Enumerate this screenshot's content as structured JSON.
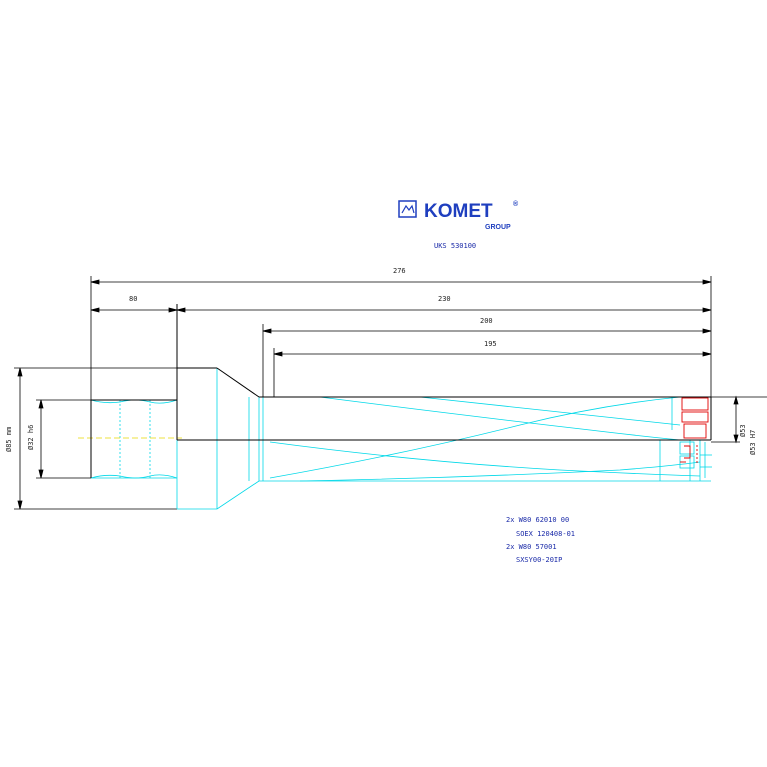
{
  "logo": {
    "brand": "KOMET",
    "registered": "®",
    "subtitle": "GROUP",
    "brand_color": "#1f3fbf"
  },
  "part_number": "UKS 530100",
  "dimensions": {
    "overall_length": "276",
    "shank_length": "80",
    "body_length": "230",
    "flute_length": "200",
    "drilling_depth": "195",
    "flange_diameter": "Ø85 mm",
    "shank_diameter": "Ø32 h6",
    "drill_diameter": "Ø53",
    "drill_diameter_alt": "Ø53 H7"
  },
  "inserts": {
    "line1": "2x W80 62010 00",
    "line2": "SOEX 120408-01",
    "line3": "2x W80 57001",
    "line4": "SXSY00-20IP"
  },
  "colors": {
    "outline": "#000000",
    "detail": "#00d8e8",
    "centerline": "#e8d800",
    "insert": "#e00000",
    "annotation": "#1a2aa8"
  }
}
